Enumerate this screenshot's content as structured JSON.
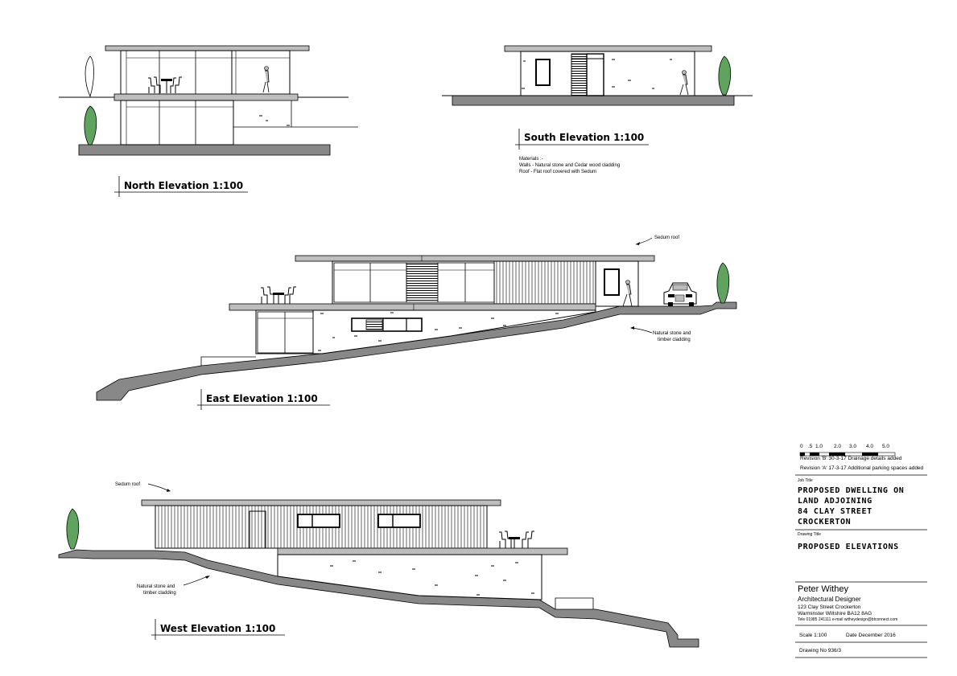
{
  "drawings": {
    "north": {
      "title": "North Elevation 1:100"
    },
    "south": {
      "title": "South Elevation 1:100",
      "materials_heading": "Materials :-",
      "materials_walls": "Walls -  Natural stone and Cedar wood cladding",
      "materials_roof": "Roof -  Flat roof covered with Sedum"
    },
    "east": {
      "title": "East Elevation 1:100",
      "label_roof": "Sedum roof",
      "label_walls_1": "Natural stone and",
      "label_walls_2": "timber cladding"
    },
    "west": {
      "title": "West Elevation 1:100",
      "label_roof": "Sedum roof",
      "label_walls_1": "Natural stone and",
      "label_walls_2": "timber cladding"
    }
  },
  "title_block": {
    "scale_bar_labels": [
      "0",
      ".5",
      "1.0",
      "2.0",
      "3.0",
      "4.0",
      "5.0"
    ],
    "revision_b": "Revision 'B'  30-3-17  Drainage details added",
    "revision_a": "Revision 'A'  17-3-17 Additional parking spaces added",
    "job_title_label": "Job Title",
    "job_title_lines": [
      "PROPOSED DWELLING ON",
      "LAND ADJOINING",
      "84 CLAY STREET",
      "CROCKERTON"
    ],
    "drawing_title_label": "Drawing Title",
    "drawing_title": "PROPOSED ELEVATIONS",
    "designer_name": "Peter Withey",
    "designer_role": "Architectural Designer",
    "address_1": "123 Clay Street Crockerton",
    "address_2": "Warminster Wiltshire  BA12 8AG",
    "contact": "Tele 01985 241111  e-mail witheydesign@btconnect.com",
    "scale": "Scale 1:100",
    "date": "Date  December 2016",
    "drawing_no": "Drawing No 936/3"
  }
}
